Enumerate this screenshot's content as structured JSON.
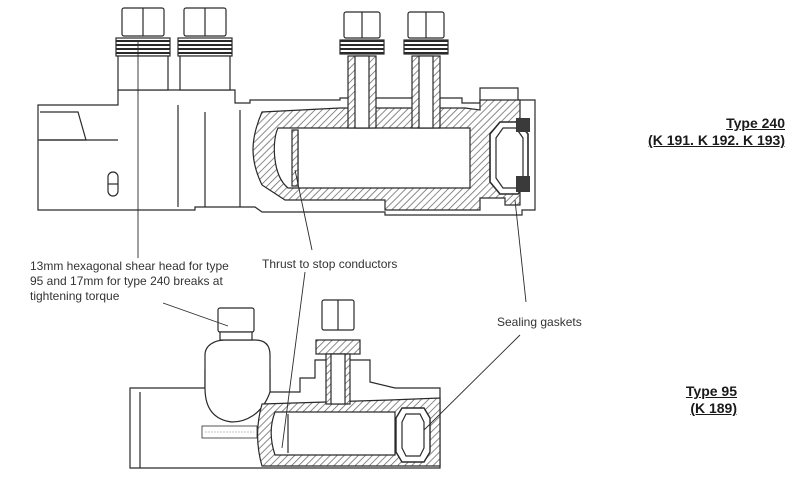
{
  "type_240": {
    "title": "Type 240",
    "models": "(K 191. K 192. K 193)"
  },
  "type_95": {
    "title": "Type 95",
    "models": "(K 189)"
  },
  "callouts": {
    "shear_head": "13mm hexagonal shear head  for type 95 and 17mm for type 240 breaks at tightening torque",
    "thrust": "Thrust to stop conductors",
    "gaskets": "Sealing gaskets"
  },
  "colors": {
    "line": "#2a2a2a",
    "hatch": "#6d6d6d",
    "gasket": "#3a3a3a",
    "text": "#333333"
  }
}
